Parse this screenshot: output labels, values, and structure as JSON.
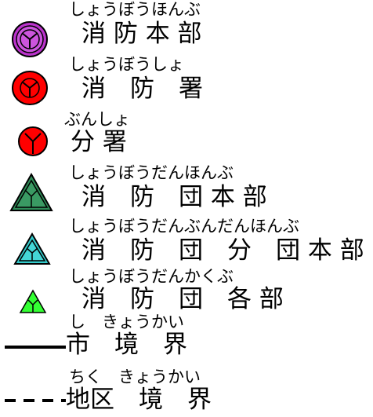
{
  "legend": {
    "items": [
      {
        "id": "fire-headquarters",
        "ruby": "しょうぼうほんぶ",
        "label": "消 防 本 部",
        "icon": "fire-headquarters-icon",
        "color": "#cc33cc"
      },
      {
        "id": "fire-station",
        "ruby": "しょうぼうしょ",
        "label": "消　防　署",
        "icon": "fire-station-icon",
        "color": "#ff0000"
      },
      {
        "id": "branch-station",
        "ruby": "ぶんしょ",
        "label": "分 署",
        "icon": "branch-station-icon",
        "color": "#ff0000"
      },
      {
        "id": "fire-brigade-headquarters",
        "ruby": "しょうぼうだんほんぶ",
        "label": "消　防　団 本 部",
        "icon": "fire-brigade-headquarters-icon",
        "color": "#2e8b57"
      },
      {
        "id": "fire-brigade-division-headquarters",
        "ruby": "しょうぼうだんぶんだんほんぶ",
        "label": "消　防　団　分　団 本 部",
        "icon": "fire-brigade-division-headquarters-icon",
        "color": "#33cccc"
      },
      {
        "id": "fire-brigade-section",
        "ruby": "しょうぼうだんかくぶ",
        "label": "消　防　団　各 部",
        "icon": "fire-brigade-section-icon",
        "color": "#33ff33"
      },
      {
        "id": "city-boundary",
        "ruby": "し　きょうかい",
        "label": "市　境　界",
        "icon": "solid-line-icon",
        "color": "#000000"
      },
      {
        "id": "district-boundary",
        "ruby": "ちく　きょうかい",
        "label": "地区　境　界",
        "icon": "dashed-line-icon",
        "color": "#000000"
      }
    ]
  }
}
